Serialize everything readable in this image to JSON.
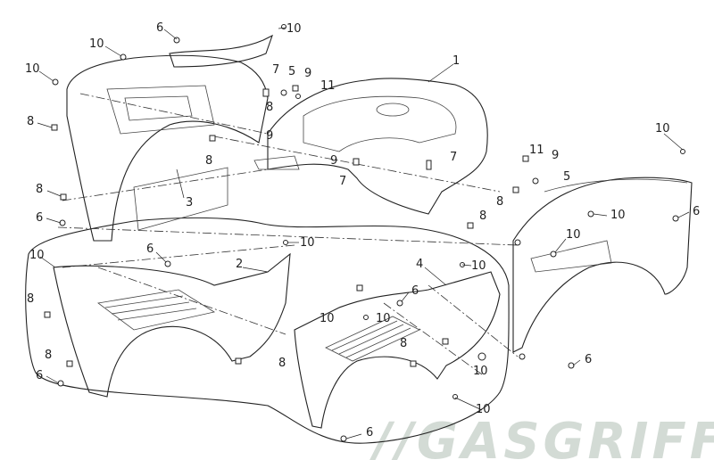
{
  "title": "Plastic body parts exploded view",
  "watermark": "//GASGRIFF",
  "callouts": [
    "6",
    "10",
    "10",
    "10",
    "1",
    "7",
    "5",
    "9",
    "11",
    "8",
    "9",
    "8",
    "8",
    "9",
    "7",
    "7",
    "11",
    "9",
    "5",
    "8",
    "10",
    "3",
    "8",
    "6",
    "10",
    "6",
    "10",
    "8",
    "6",
    "10",
    "10",
    "2",
    "4",
    "10",
    "8",
    "6",
    "10",
    "10",
    "8",
    "8",
    "8",
    "6",
    "10",
    "6",
    "10",
    "6"
  ]
}
